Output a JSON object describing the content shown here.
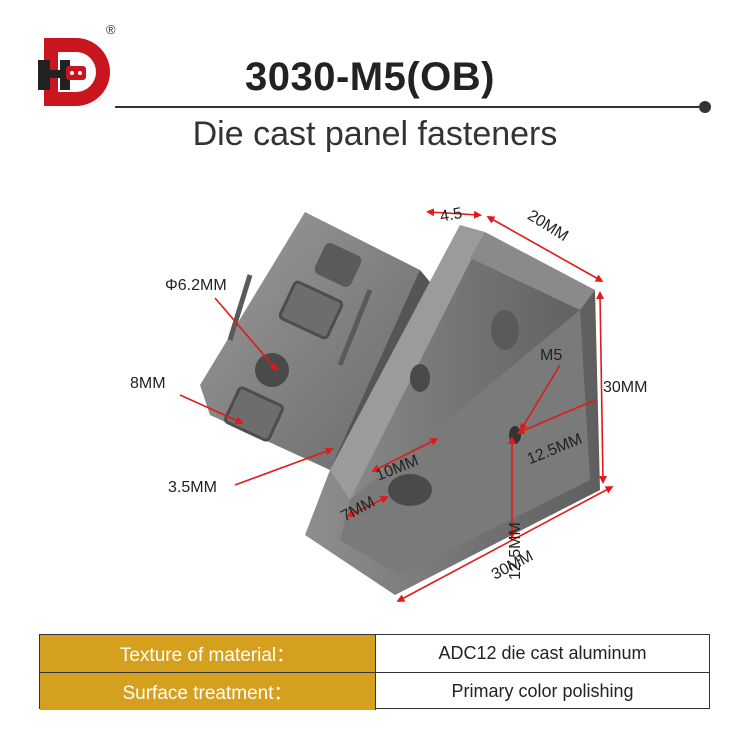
{
  "brand": {
    "registered_mark": "®",
    "logo_colors": {
      "primary": "#c9151e",
      "accent": "#222222"
    }
  },
  "header": {
    "title": "3030-M5(OB)",
    "subtitle": "Die cast panel fasteners"
  },
  "dimensions": {
    "hole_diameter": "Φ6.2MM",
    "slot_width": "8MM",
    "base_thickness": "3.5MM",
    "rib_thickness": "4.5",
    "rib_length": "20MM",
    "height": "30MM",
    "thread": "M5",
    "thread_offset_horizontal": "12.5MM",
    "thread_offset_vertical": "12.5MM",
    "slot_length": "10MM",
    "slot_offset": "7MM",
    "base_length": "30MM"
  },
  "specs": {
    "rows": [
      {
        "label": "Texture of material：",
        "value": "ADC12 die cast aluminum"
      },
      {
        "label": "Surface treatment：",
        "value": "Primary color polishing"
      }
    ],
    "label_bg": "#d6a01f"
  },
  "colors": {
    "dimension_line": "#e01a1a",
    "metal": "#7b7b7b"
  }
}
